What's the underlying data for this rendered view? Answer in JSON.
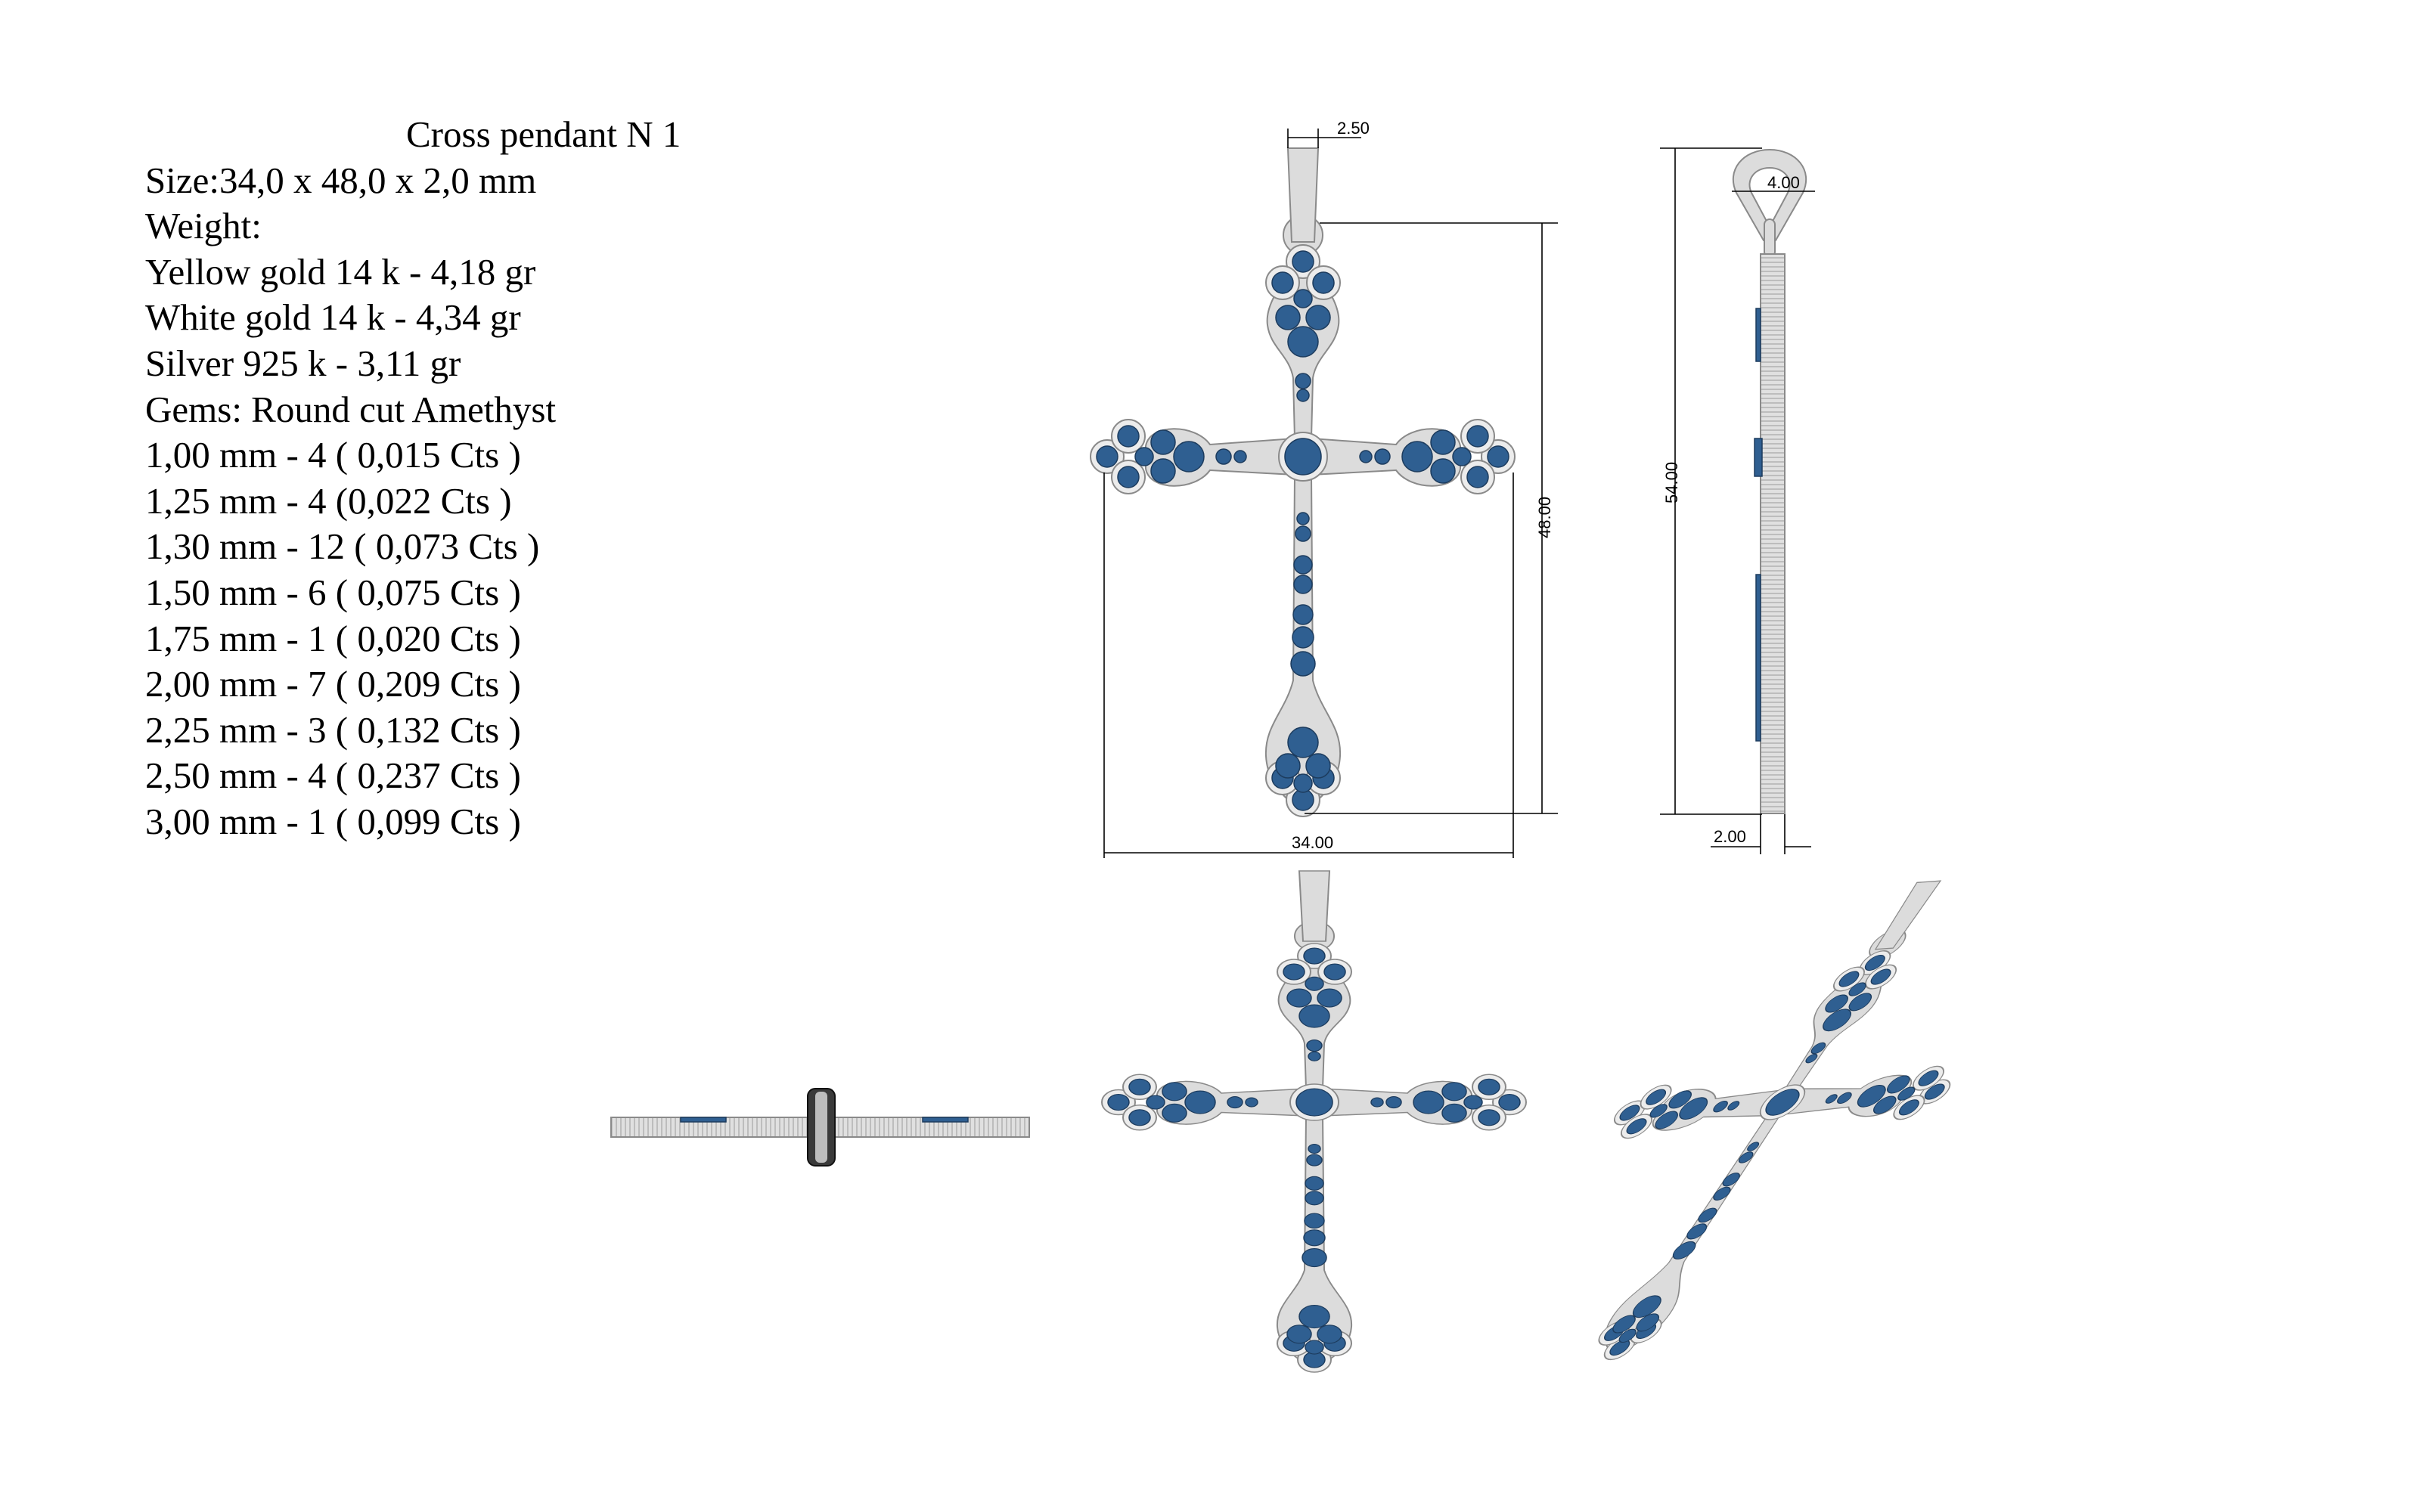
{
  "spec": {
    "title": "Cross pendant N 1",
    "size": "Size:34,0 x 48,0 x 2,0 mm",
    "weight_label": "Weight:",
    "weights": [
      "Yellow gold 14 k - 4,18 gr",
      "White gold 14 k - 4,34 gr",
      "Silver 925 k - 3,11 gr"
    ],
    "gems_label": "Gems: Round cut Amethyst",
    "gems": [
      "1,00 mm - 4 ( 0,015 Cts )",
      "1,25 mm - 4 (0,022 Cts )",
      "1,30 mm - 12 ( 0,073 Cts )",
      "1,50 mm - 6 ( 0,075 Cts )",
      "1,75 mm - 1 ( 0,020 Cts )",
      "2,00 mm - 7 ( 0,209 Cts )",
      "2,25 mm - 3 ( 0,132 Cts )",
      "2,50 mm - 4 ( 0,237 Cts )",
      "3,00 mm - 1 ( 0,099 Cts )"
    ]
  },
  "dimensions": {
    "bail_width": "2.50",
    "height": "48.00",
    "width": "34.00",
    "total_height": "54.00",
    "bail_loop": "4.00",
    "thickness": "2.00"
  },
  "colors": {
    "metal": "#dcdcdc",
    "gem": "#2f5f91",
    "line": "#000000"
  }
}
